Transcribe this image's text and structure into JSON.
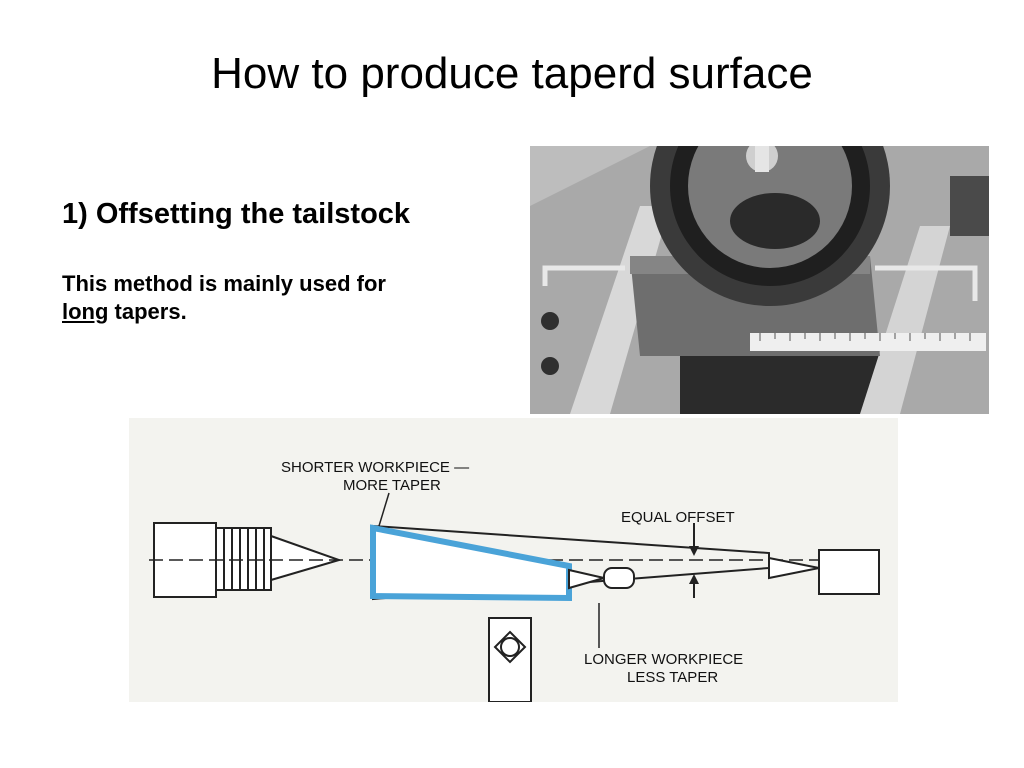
{
  "slide": {
    "title": "How to produce taperd surface",
    "heading": "1) Offsetting the tailstock",
    "body_prefix": "This method is mainly used for",
    "body_underlined": "long",
    "body_suffix": " tapers."
  },
  "diagram": {
    "label_shorter_line1": "SHORTER WORKPIECE —",
    "label_shorter_line2": "MORE TAPER",
    "label_equal_offset": "EQUAL OFFSET",
    "label_longer_line1": "LONGER WORKPIECE",
    "label_longer_line2": "LESS TAPER"
  },
  "colors": {
    "highlight_blue": "#4aa3d8",
    "background": "#ffffff"
  }
}
